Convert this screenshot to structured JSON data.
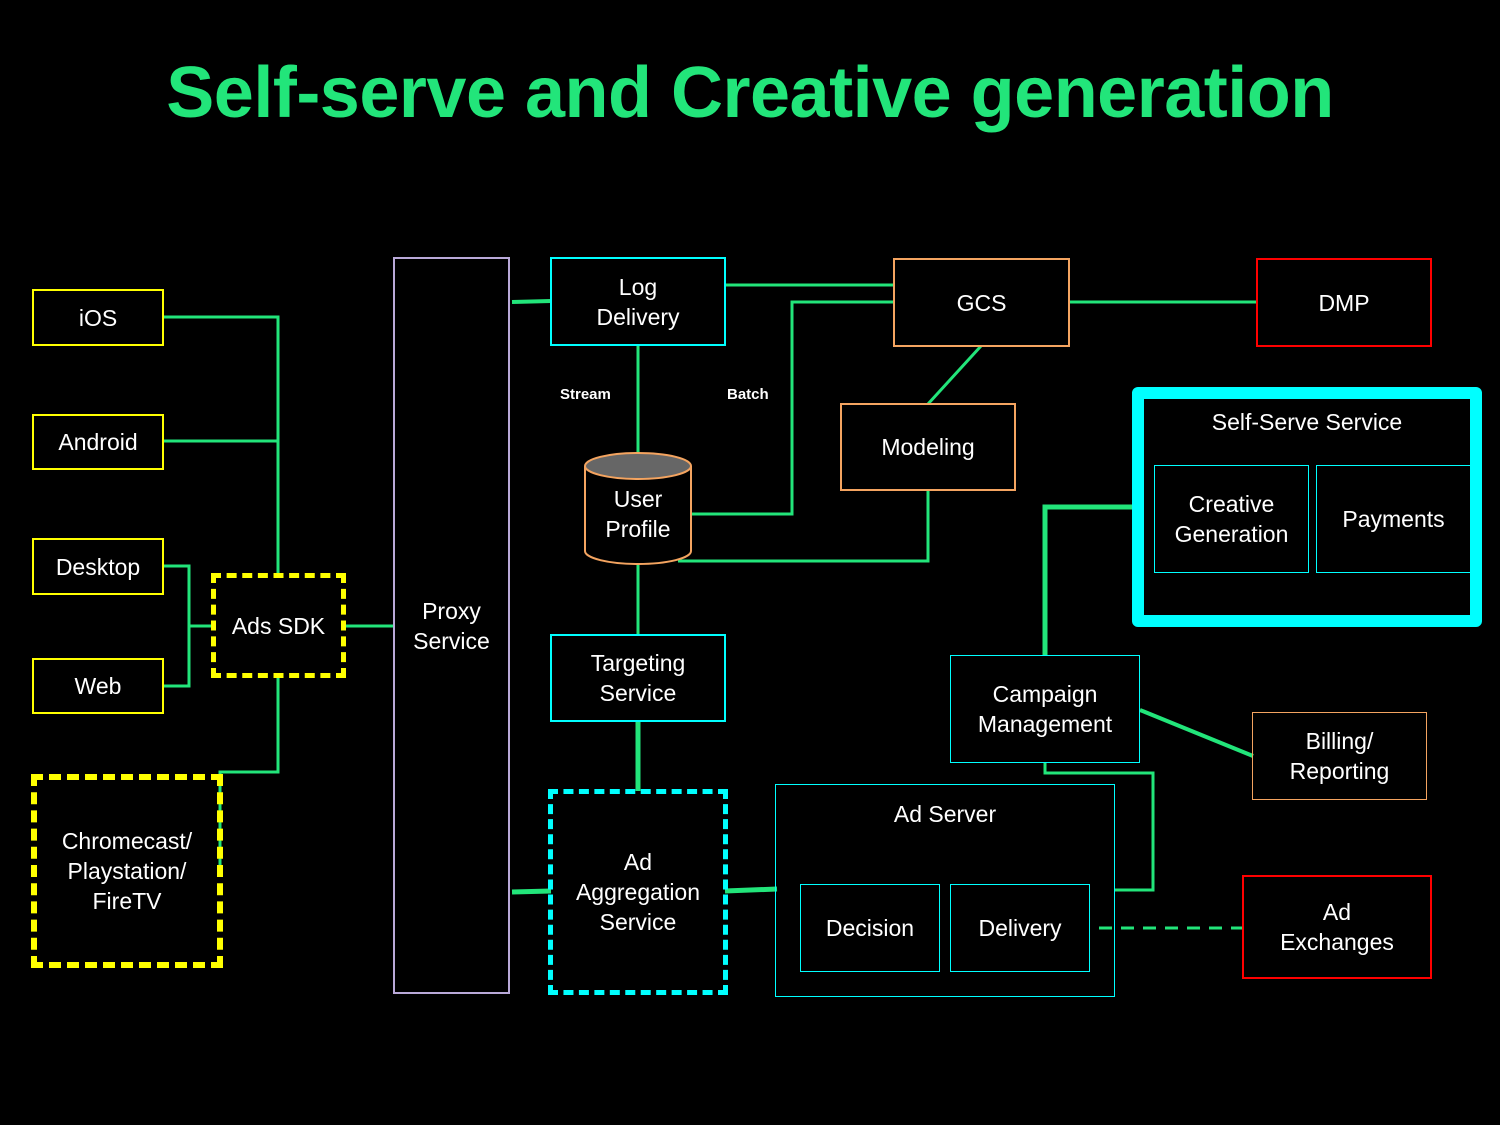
{
  "title": "Self-serve and Creative generation",
  "colors": {
    "title": "#22e57a",
    "connector": "#22e57a",
    "client_border": "#ffff00",
    "service_border": "#00ffff",
    "data_border": "#f4a460",
    "external_border": "#ff0000",
    "proxy_border": "#b9a9d9",
    "cylinder_top": "#666666"
  },
  "nodes": {
    "ios": "iOS",
    "android": "Android",
    "desktop": "Desktop",
    "web": "Web",
    "ads_sdk": "Ads SDK",
    "chromecast": "Chromecast/\nPlaystation/\nFireTV",
    "proxy": "Proxy\nService",
    "log_delivery": "Log\nDelivery",
    "user_profile": "User\nProfile",
    "targeting": "Targeting\nService",
    "ad_aggregation": "Ad\nAggregation\nService",
    "gcs": "GCS",
    "modeling": "Modeling",
    "dmp": "DMP",
    "self_serve": "Self-Serve Service",
    "creative_generation": "Creative\nGeneration",
    "payments": "Payments",
    "campaign_management": "Campaign\nManagement",
    "billing_reporting": "Billing/\nReporting",
    "ad_server": "Ad Server",
    "decision": "Decision",
    "delivery": "Delivery",
    "ad_exchanges": "Ad\nExchanges"
  },
  "edge_labels": {
    "stream": "Stream",
    "batch": "Batch"
  }
}
